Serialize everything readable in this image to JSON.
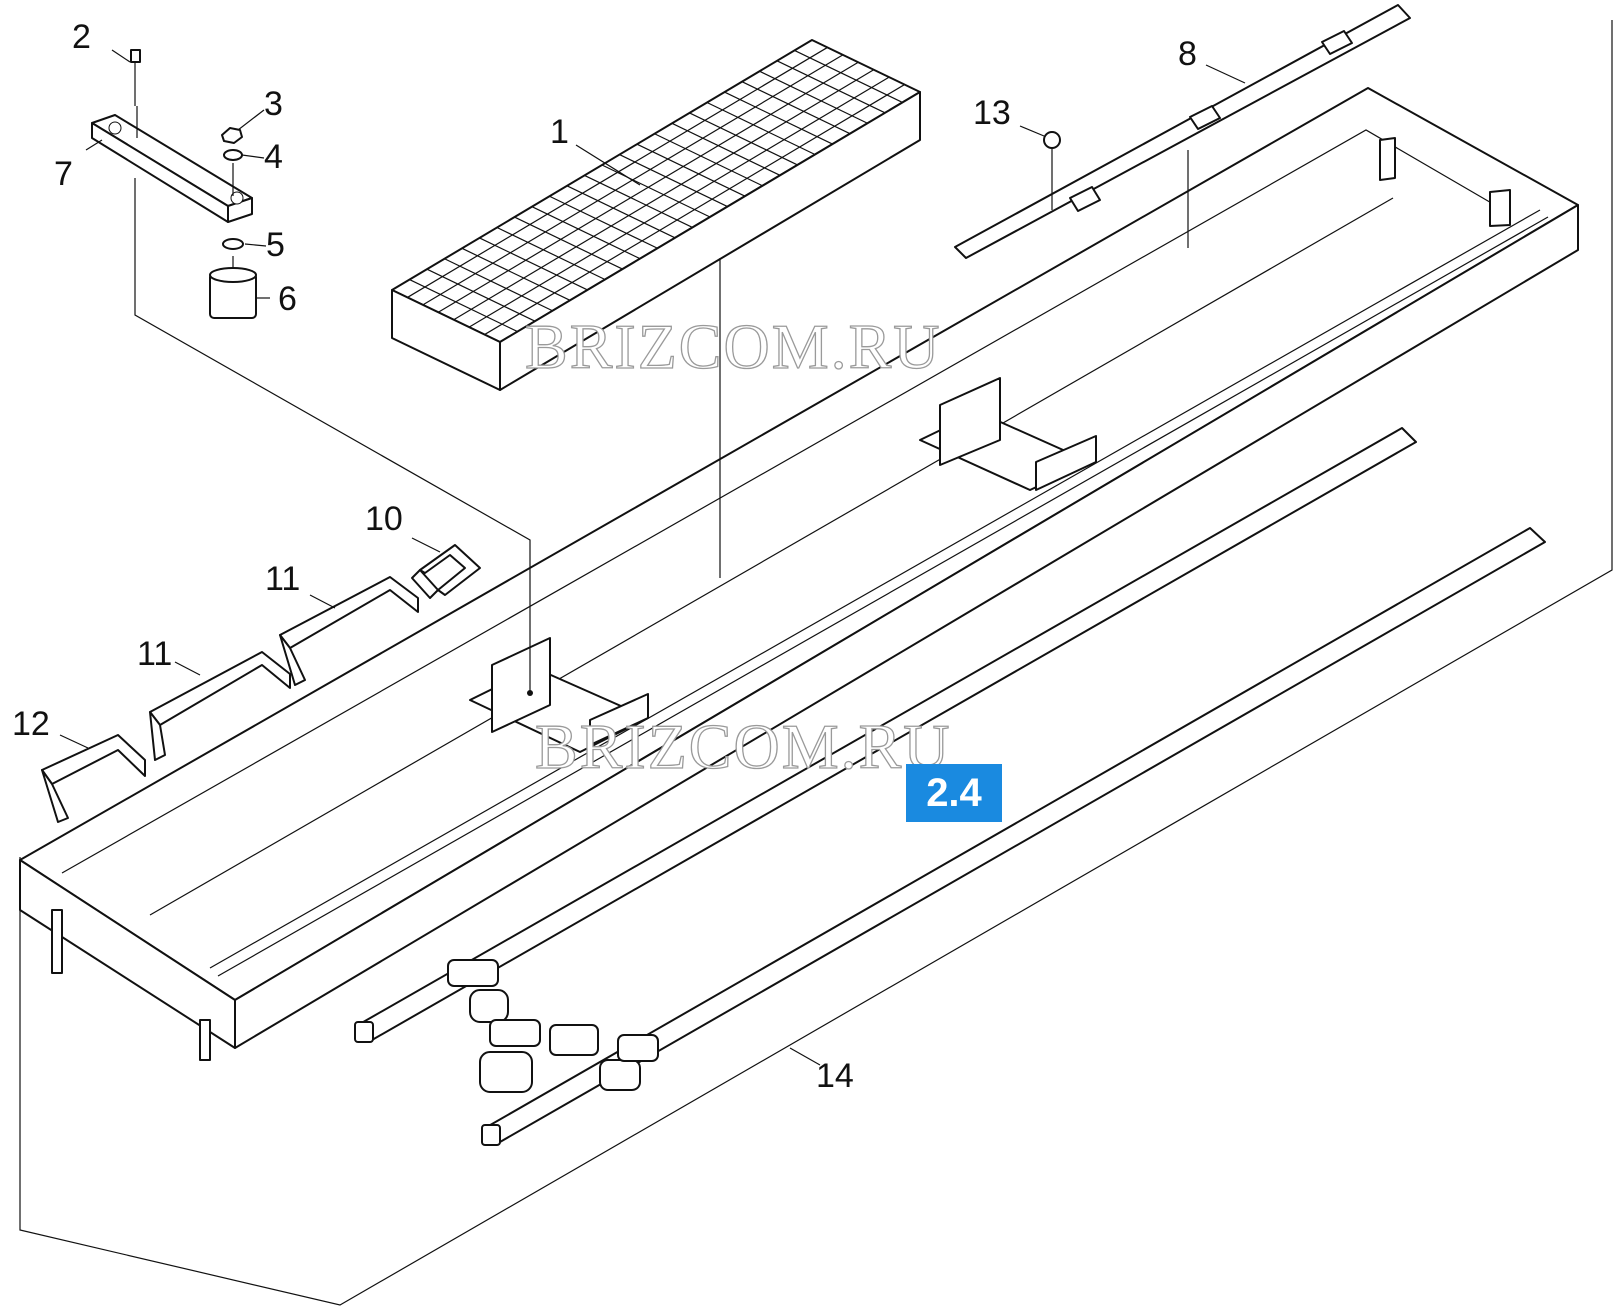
{
  "diagram": {
    "callouts": {
      "c1": "1",
      "c2": "2",
      "c3": "3",
      "c4": "4",
      "c5": "5",
      "c6": "6",
      "c7": "7",
      "c8": "8",
      "c10": "10",
      "c11a": "11",
      "c11b": "11",
      "c12": "12",
      "c13": "13",
      "c14": "14"
    },
    "watermark_top": "BRIZCOM.RU",
    "watermark_bottom": "BRIZCOM.RU",
    "section_badge": "2.4"
  },
  "colors": {
    "badge": "#1a8ae0",
    "line": "#111111",
    "watermark": "#9a9a9a"
  }
}
